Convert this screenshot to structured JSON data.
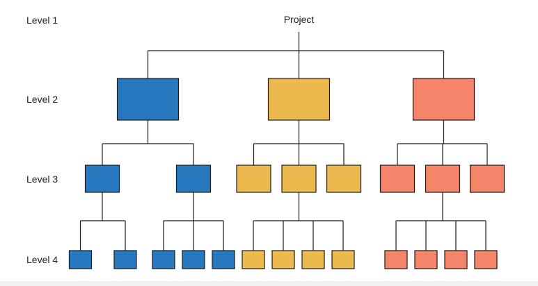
{
  "diagram": {
    "levels": [
      "Level 1",
      "Level 2",
      "Level 3",
      "Level 4"
    ],
    "root": {
      "label": "Project"
    },
    "colors": {
      "blue": "#2878c0",
      "yellow": "#edb94f",
      "salmon": "#f58569",
      "line": "#1a1a1a"
    },
    "branches": [
      {
        "color": "blue",
        "level3": [
          {
            "level4_count": 2
          },
          {
            "level4_count": 3
          }
        ]
      },
      {
        "color": "yellow",
        "level3": [
          {
            "level4_count": 0
          },
          {
            "level4_count": 4
          },
          {
            "level4_count": 0
          }
        ]
      },
      {
        "color": "salmon",
        "level3": [
          {
            "level4_count": 0
          },
          {
            "level4_count": 4
          },
          {
            "level4_count": 0
          }
        ]
      }
    ]
  }
}
